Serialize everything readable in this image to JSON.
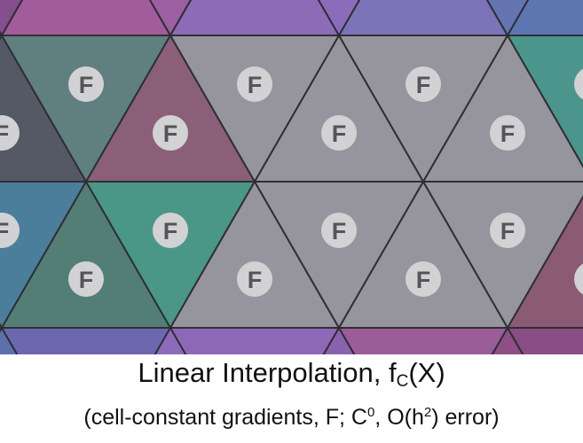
{
  "figure": {
    "title": {
      "prefix": "Linear Interpolation, f",
      "subscript": "C",
      "suffix": "(X)"
    },
    "subtitle": {
      "part1": "(cell-constant gradients, F;  C",
      "sup1": "0",
      "part2": ", O(h",
      "sup2": "2",
      "part3": ") error)"
    },
    "cell_label": "F",
    "colors": {
      "edge": "#2f2f33",
      "badge_fill": "#d2d2d4",
      "badge_text": "#555559",
      "neutral_gray": "#96959d"
    },
    "mesh": {
      "rows": [
        {
          "band": "top-strip",
          "cells": [
            {
              "color": "#59566d",
              "label": false
            },
            {
              "color": "#7a5f7c",
              "label": false
            },
            {
              "color": "#854f8e",
              "label": false
            },
            {
              "color": "#a25c9c",
              "label": false
            },
            {
              "color": "#9c5fa1",
              "label": false
            },
            {
              "color": "#8c6bb7",
              "label": false
            },
            {
              "color": "#8b6cbb",
              "label": false
            },
            {
              "color": "#7c73b8",
              "label": false
            },
            {
              "color": "#6475b1",
              "label": false
            },
            {
              "color": "#5d76b2",
              "label": false
            }
          ]
        },
        {
          "band": "upper",
          "cells": [
            {
              "color": "#545965",
              "label": true
            },
            {
              "color": "#5f7f80",
              "label": true
            },
            {
              "color": "#8b5f79",
              "label": true
            },
            {
              "color": "#96959d",
              "label": true
            },
            {
              "color": "#96959d",
              "label": true
            },
            {
              "color": "#96959d",
              "label": true
            },
            {
              "color": "#96959d",
              "label": true
            },
            {
              "color": "#4c958c",
              "label": true
            }
          ]
        },
        {
          "band": "lower",
          "cells": [
            {
              "color": "#4b7e9a",
              "label": true
            },
            {
              "color": "#527e75",
              "label": true
            },
            {
              "color": "#4a9788",
              "label": true
            },
            {
              "color": "#96959d",
              "label": true
            },
            {
              "color": "#96959d",
              "label": true
            },
            {
              "color": "#96959d",
              "label": true
            },
            {
              "color": "#96959d",
              "label": true
            },
            {
              "color": "#8b5a73",
              "label": true
            }
          ]
        },
        {
          "band": "bottom-strip",
          "cells": [
            {
              "color": "#4c5fa8",
              "label": false
            },
            {
              "color": "#6779b3",
              "label": false
            },
            {
              "color": "#5b70ad",
              "label": false
            },
            {
              "color": "#6c68b0",
              "label": false
            },
            {
              "color": "#8c6bbb",
              "label": false
            },
            {
              "color": "#8f67b8",
              "label": false
            },
            {
              "color": "#8a62ae",
              "label": false
            },
            {
              "color": "#9a5d99",
              "label": false
            },
            {
              "color": "#8f4f86",
              "label": false
            },
            {
              "color": "#8a4d86",
              "label": false
            }
          ]
        }
      ]
    }
  }
}
